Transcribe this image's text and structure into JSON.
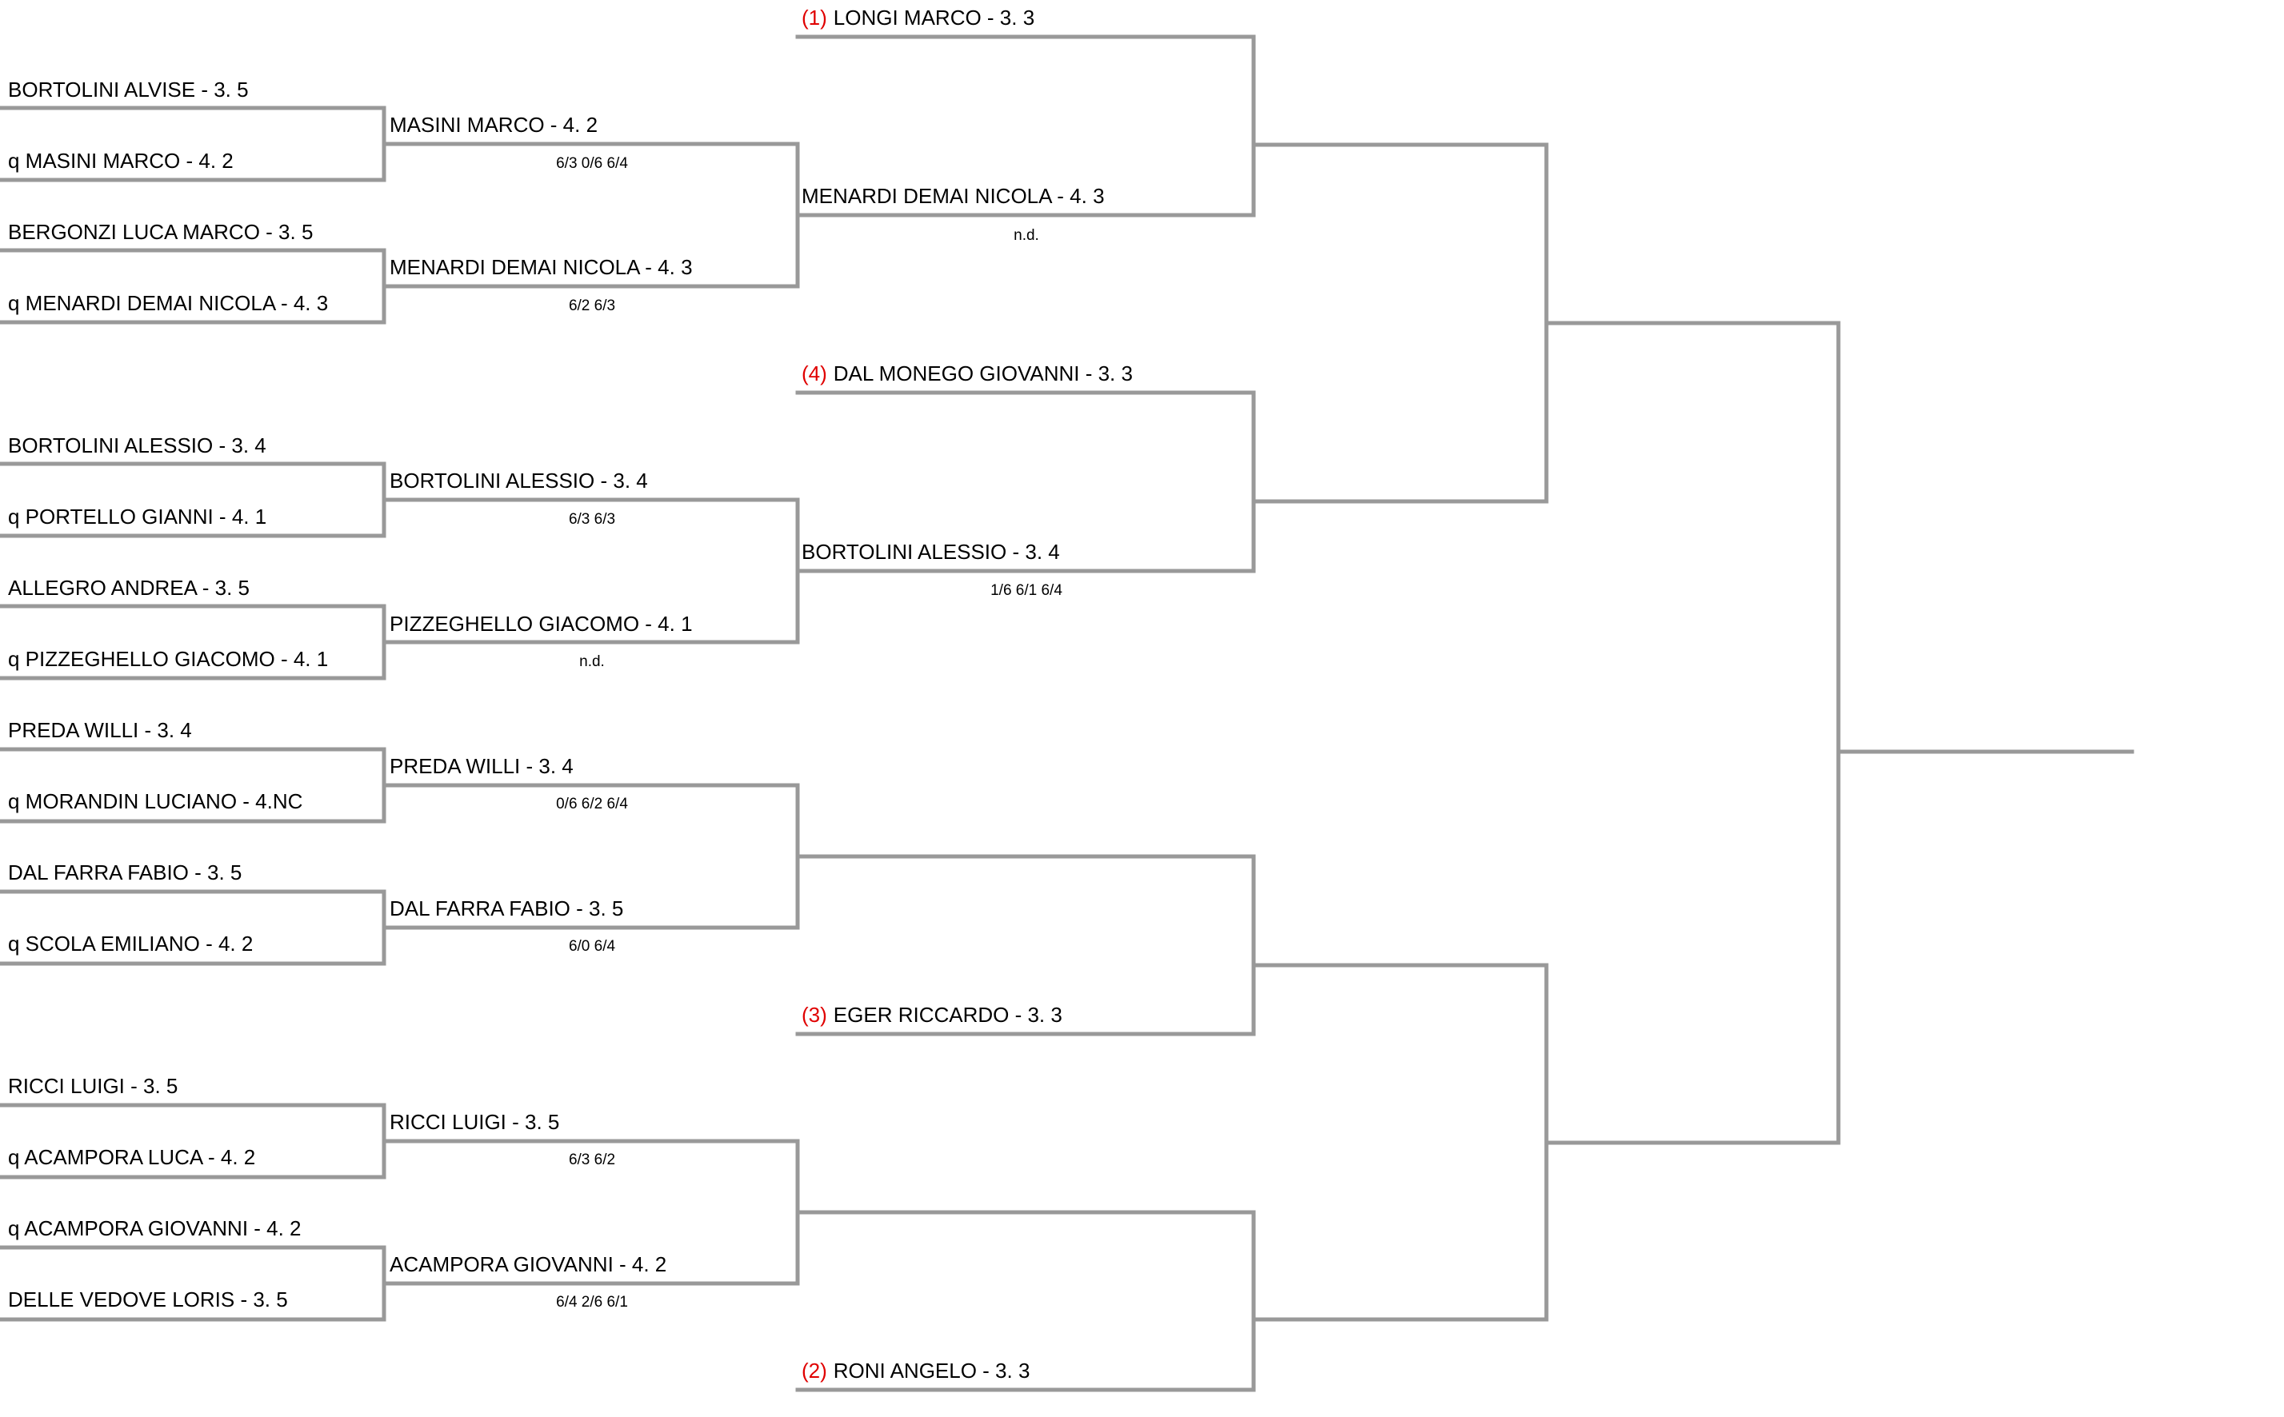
{
  "colors": {
    "line": "#999999",
    "text": "#000000",
    "seed": "#e00000"
  },
  "round1": {
    "matches": [
      {
        "top": "BORTOLINI ALVISE - 3. 5",
        "bottom": "q MASINI MARCO - 4. 2"
      },
      {
        "top": "BERGONZI LUCA MARCO - 3. 5",
        "bottom": "q MENARDI DEMAI NICOLA - 4. 3"
      },
      {
        "top": "BORTOLINI ALESSIO - 3. 4",
        "bottom": "q PORTELLO GIANNI - 4. 1"
      },
      {
        "top": "ALLEGRO ANDREA - 3. 5",
        "bottom": "q PIZZEGHELLO GIACOMO - 4. 1"
      },
      {
        "top": "PREDA WILLI - 3. 4",
        "bottom": "q MORANDIN LUCIANO - 4.NC"
      },
      {
        "top": "DAL FARRA FABIO - 3. 5",
        "bottom": "q SCOLA EMILIANO - 4. 2"
      },
      {
        "top": "RICCI LUIGI - 3. 5",
        "bottom": "q ACAMPORA LUCA - 4. 2"
      },
      {
        "top": "q ACAMPORA GIOVANNI - 4. 2",
        "bottom": "DELLE VEDOVE LORIS - 3. 5"
      }
    ]
  },
  "round2": {
    "winners": [
      {
        "name": "MASINI MARCO - 4. 2",
        "score": "6/3 0/6 6/4"
      },
      {
        "name": "MENARDI DEMAI NICOLA - 4. 3",
        "score": "6/2 6/3"
      },
      {
        "name": "BORTOLINI ALESSIO - 3. 4",
        "score": "6/3 6/3"
      },
      {
        "name": "PIZZEGHELLO GIACOMO - 4. 1",
        "score": "n.d."
      },
      {
        "name": "PREDA WILLI - 3. 4",
        "score": "0/6 6/2 6/4"
      },
      {
        "name": "DAL FARRA FABIO - 3. 5",
        "score": "6/0 6/4"
      },
      {
        "name": "RICCI LUIGI - 3. 5",
        "score": "6/3 6/2"
      },
      {
        "name": "ACAMPORA GIOVANNI - 4. 2",
        "score": "6/4 2/6 6/1"
      }
    ]
  },
  "round3": {
    "slots": [
      {
        "seed": "(1)",
        "name": "LONGI MARCO - 3. 3",
        "score": ""
      },
      {
        "seed": "",
        "name": "MENARDI DEMAI NICOLA - 4. 3",
        "score": "n.d."
      },
      {
        "seed": "(4)",
        "name": "DAL MONEGO GIOVANNI - 3. 3",
        "score": ""
      },
      {
        "seed": "",
        "name": "BORTOLINI ALESSIO - 3. 4",
        "score": "1/6 6/1 6/4"
      },
      {
        "seed": "",
        "name": "",
        "score": ""
      },
      {
        "seed": "(3)",
        "name": "EGER RICCARDO - 3. 3",
        "score": ""
      },
      {
        "seed": "",
        "name": "",
        "score": ""
      },
      {
        "seed": "(2)",
        "name": "RONI ANGELO - 3. 3",
        "score": ""
      }
    ]
  }
}
